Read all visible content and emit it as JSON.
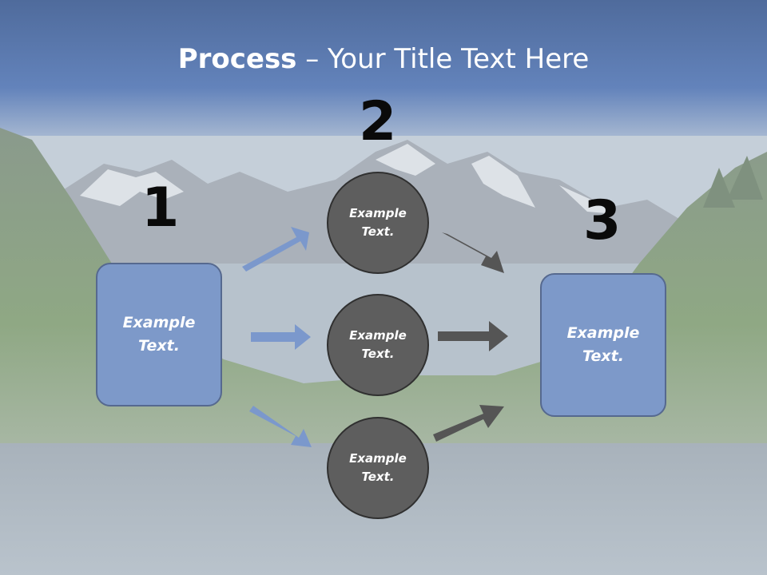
{
  "slide": {
    "title_bold": "Process",
    "title_rest": " – Your Title Text Here"
  },
  "steps": {
    "one": "1",
    "two": "2",
    "three": "3"
  },
  "nodes": {
    "left_box": "Example Text.",
    "circle_top": "Example Text.",
    "circle_middle": "Example Text.",
    "circle_bottom": "Example Text.",
    "right_box": "Example Text."
  },
  "colors": {
    "box_fill": "#7d99c9",
    "circle_fill": "#5e5e5e",
    "arrow_blue": "#7b98cc",
    "arrow_gray": "#555555",
    "header_band": "#5d7eb5"
  }
}
